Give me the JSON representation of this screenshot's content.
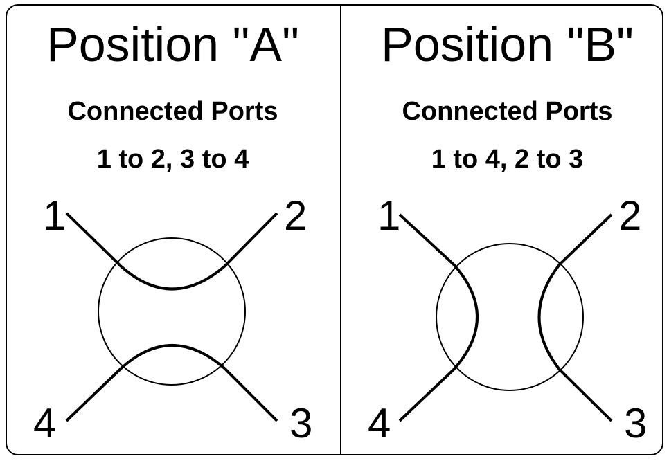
{
  "panels": [
    {
      "title": "Position \"A\"",
      "subtitle": "Connected Ports",
      "connections": "1 to 2, 3 to 4",
      "ports": {
        "p1": "1",
        "p2": "2",
        "p3": "3",
        "p4": "4"
      }
    },
    {
      "title": "Position \"B\"",
      "subtitle": "Connected Ports",
      "connections": "1 to 4, 2 to 3",
      "ports": {
        "p1": "1",
        "p2": "2",
        "p3": "3",
        "p4": "4"
      }
    }
  ],
  "colors": {
    "line": "#000000",
    "background": "#ffffff"
  }
}
